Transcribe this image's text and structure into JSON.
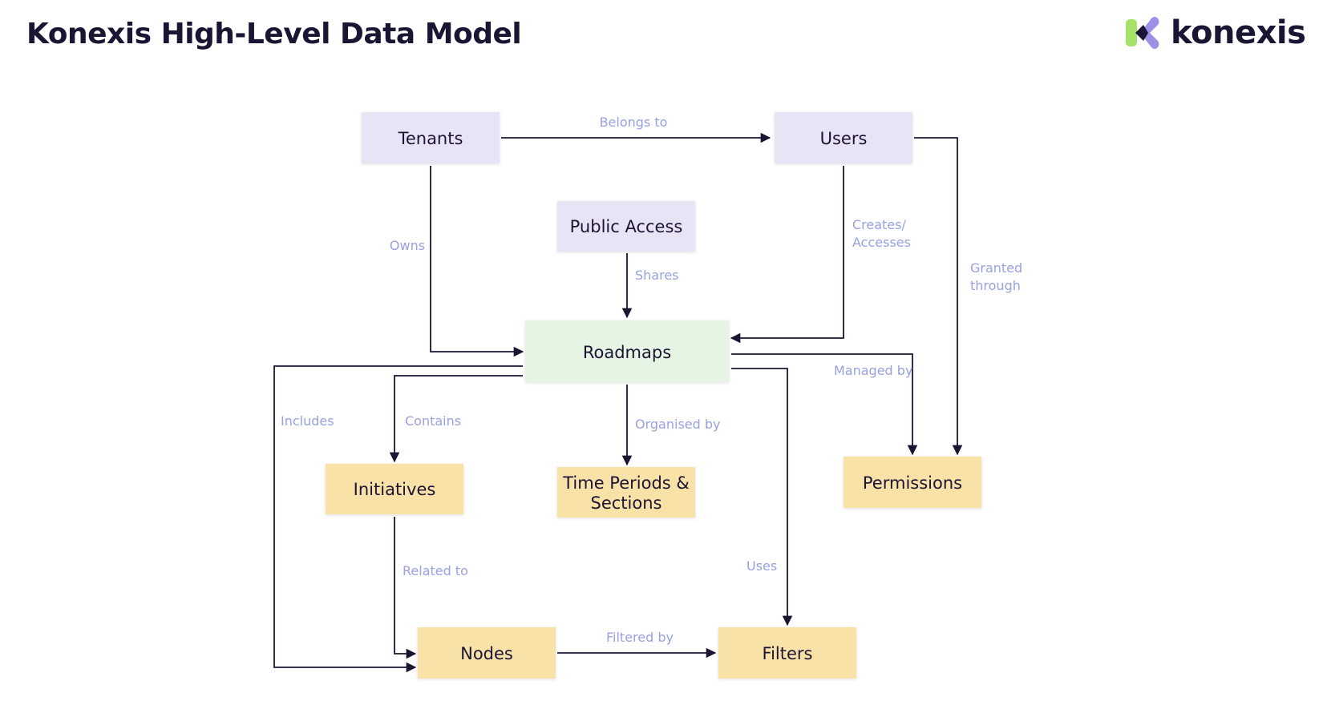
{
  "header": {
    "title": "Konexis High-Level Data Model"
  },
  "logo": {
    "text": "konexis",
    "icon": "konexis-logo-icon",
    "colors": {
      "green": "#a6e16a",
      "purple": "#9c8fe6",
      "dark": "#1c1433"
    }
  },
  "colors": {
    "purple_node": "#e9e3f6",
    "green_node": "#e6f4e4",
    "yellow_node": "#f8e2a8",
    "edge": "#1c1433",
    "edge_label": "#9aa0e0",
    "title": "#1c1433"
  },
  "nodes": {
    "tenants": {
      "label": "Tenants"
    },
    "users": {
      "label": "Users"
    },
    "public_access": {
      "label": "Public Access"
    },
    "roadmaps": {
      "label": "Roadmaps"
    },
    "initiatives": {
      "label": "Initiatives"
    },
    "time_periods": {
      "label1": "Time Periods &",
      "label2": "Sections"
    },
    "permissions": {
      "label": "Permissions"
    },
    "nodes": {
      "label": "Nodes"
    },
    "filters": {
      "label": "Filters"
    }
  },
  "edges": {
    "belongs_to": "Belongs to",
    "owns": "Owns",
    "shares": "Shares",
    "creates_accesses_1": "Creates/",
    "creates_accesses_2": "Accesses",
    "granted_through_1": "Granted",
    "granted_through_2": "through",
    "managed_by": "Managed by",
    "includes": "Includes",
    "contains": "Contains",
    "organised_by": "Organised by",
    "related_to": "Related to",
    "uses": "Uses",
    "filtered_by": "Filtered by"
  }
}
